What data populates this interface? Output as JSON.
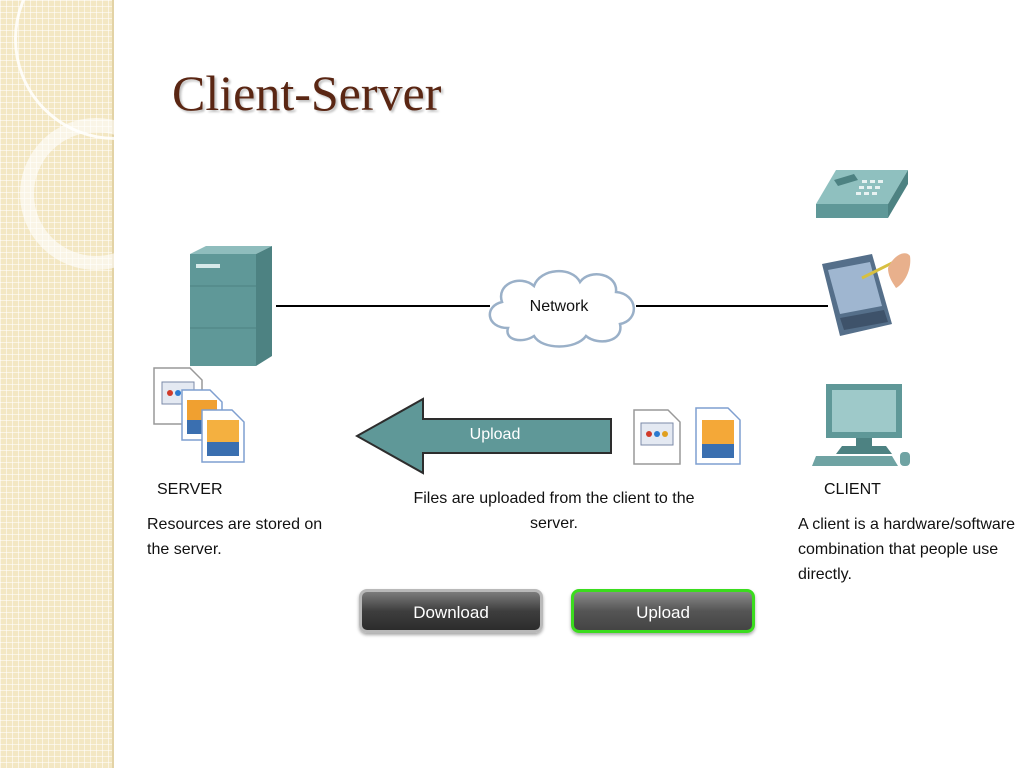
{
  "slide": {
    "title": "Client-Server"
  },
  "diagram": {
    "network_label": "Network",
    "arrow_label": "Upload",
    "caption": "Files are uploaded from the client to the server.",
    "server": {
      "label": "SERVER",
      "description": "Resources are stored on the server."
    },
    "client": {
      "label": "CLIENT",
      "description": "A client is a hardware/software combination that people use directly."
    },
    "icons": [
      "server-tower-icon",
      "document-icon",
      "image-file-icon",
      "telephone-icon",
      "pda-stylus-icon",
      "desktop-computer-icon",
      "cloud-icon"
    ],
    "colors": {
      "title": "#5a2613",
      "device_teal": "#5f9898",
      "upload_highlight": "#3bdc1e"
    }
  },
  "buttons": {
    "download": "Download",
    "upload": "Upload"
  }
}
